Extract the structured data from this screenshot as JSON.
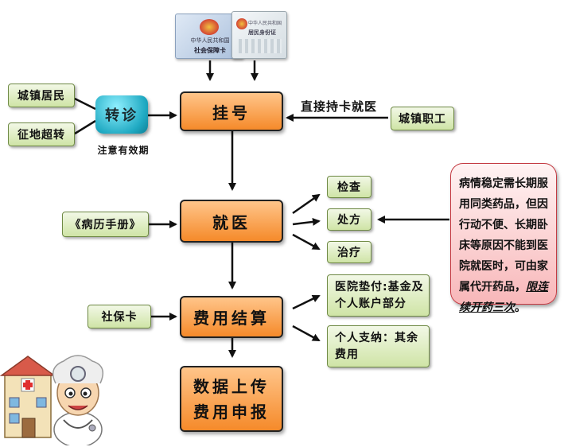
{
  "cards": {
    "social_card_lines": [
      "中华人民共和国",
      "社会保障卡"
    ],
    "id_card_lines": [
      "中华人民共和国",
      "居民身份证"
    ]
  },
  "left_inputs": {
    "urban_residents": "城镇居民",
    "land_acquisition": "征地超转",
    "transfer": "转诊",
    "transfer_note": "注意有效期"
  },
  "register": {
    "label": "挂号",
    "direct_text": "直接持卡就医",
    "urban_workers": "城镇职工"
  },
  "visit": {
    "label": "就医",
    "record_book": "《病历手册》",
    "options": [
      "检查",
      "处方",
      "治疗"
    ]
  },
  "note": {
    "text": "病情稳定需长期服用同类药品，但因行动不便、长期卧床等原因不能到医院就医时，可由家属代开药品，",
    "emphasis": "限连续开药三次",
    "end": "。"
  },
  "settlement": {
    "label": "费用结算",
    "social_security_card": "社保卡",
    "hospital_advance": "医院垫付:基金及个人账户部分",
    "self_pay": "个人支纳：其余费用"
  },
  "upload": {
    "line1": "数据上传",
    "line2": "费用申报"
  },
  "colors": {
    "process_box": "#f58a2a",
    "side_box": "#cfe4a6",
    "transfer_circle": "#1fa9c2",
    "note_border": "#c43a42",
    "note_fill": "#f8b7b9"
  }
}
